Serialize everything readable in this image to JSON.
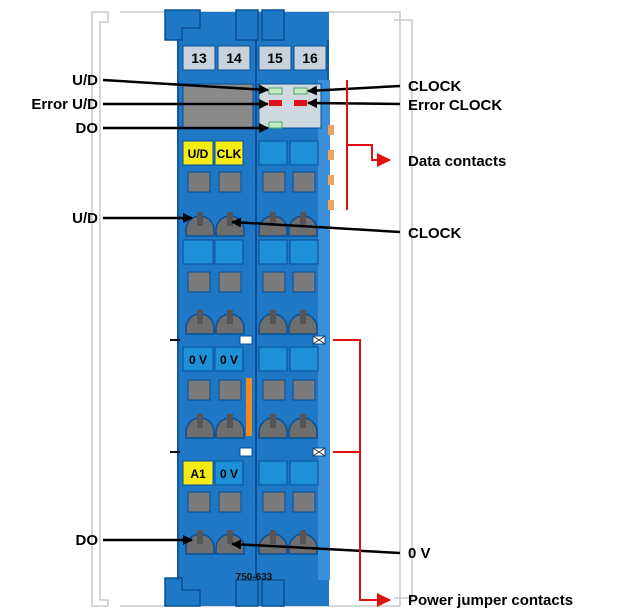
{
  "terminals": {
    "t1": "13",
    "t2": "14",
    "t3": "15",
    "t4": "16"
  },
  "signals": {
    "ud": "U/D",
    "clk": "CLK",
    "zero_v_1": "0 V",
    "zero_v_2": "0 V",
    "a1": "A1",
    "zero_v_3": "0 V"
  },
  "model": "750-633",
  "labels_left": {
    "ud_led": "U/D",
    "error_ud": "Error U/D",
    "do_led": "DO",
    "ud_input": "U/D",
    "do_output": "DO"
  },
  "labels_right": {
    "clock_led": "CLOCK",
    "error_clock": "Error CLOCK",
    "data_contacts": "Data contacts",
    "clock_input": "CLOCK",
    "zero_v": "0 V",
    "power_jumper": "Power jumper contacts"
  },
  "colors": {
    "module_blue": "#1e78c6",
    "dark_blue": "#0a4f94",
    "label_yellow": "#f4ec14",
    "led_green": "#c8e8c8",
    "led_red": "#e0101a",
    "arrow_red": "#e01010",
    "contact_orange": "#f0a060"
  }
}
